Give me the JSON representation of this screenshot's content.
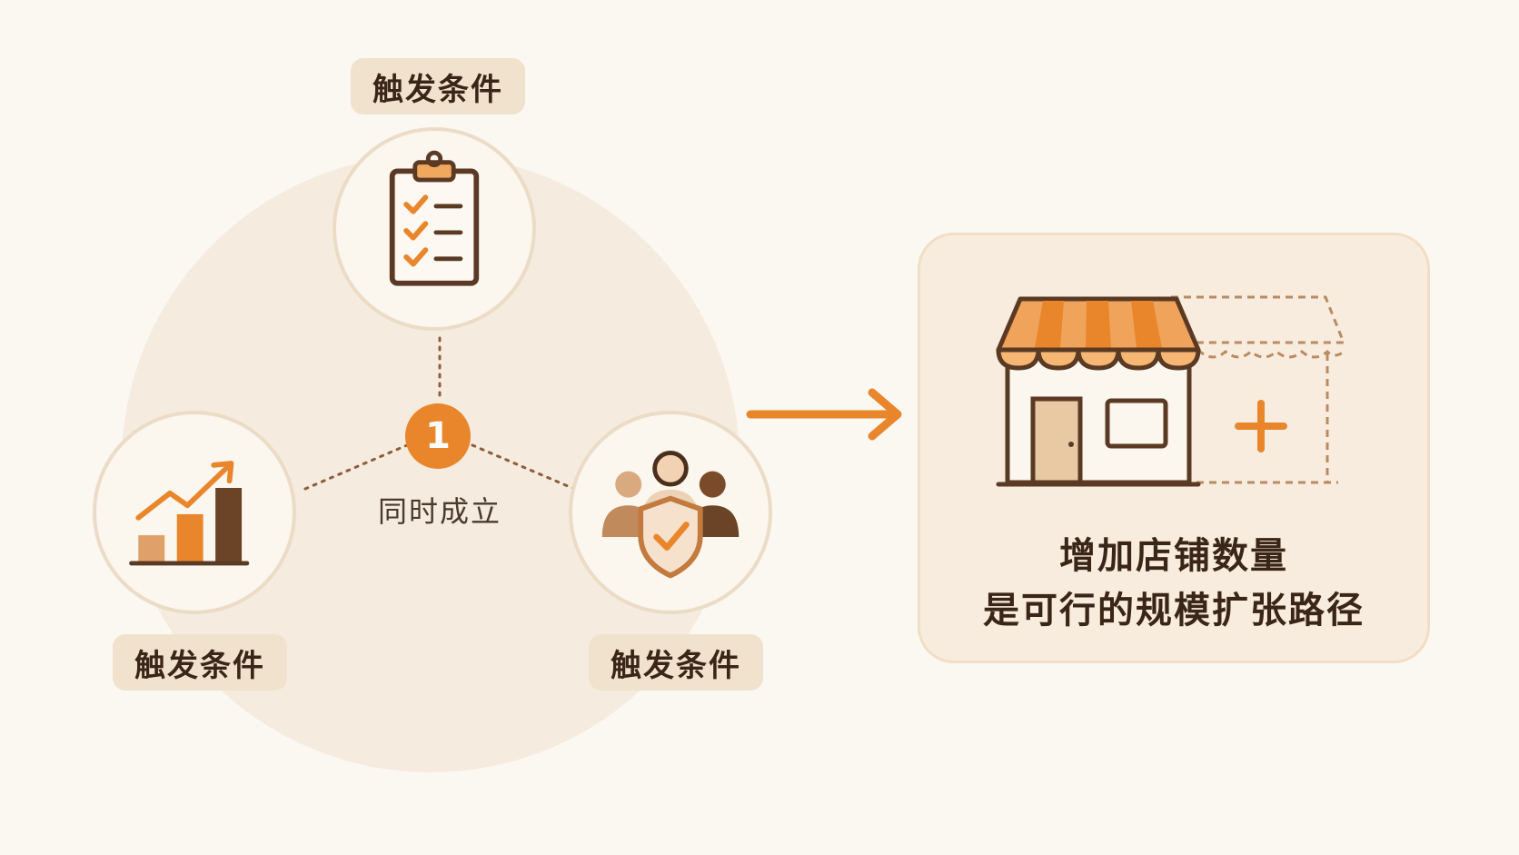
{
  "conditions": [
    {
      "label": "触发条件",
      "icon": "clipboard-checklist-icon"
    },
    {
      "label": "触发条件",
      "icon": "growth-bar-chart-icon"
    },
    {
      "label": "触发条件",
      "icon": "team-shield-icon"
    }
  ],
  "center": {
    "badge": "1",
    "text": "同时成立"
  },
  "conclusion": {
    "line1": "增加店铺数量",
    "line2": "是可行的规模扩张路径",
    "icon": "store-expansion-icon"
  },
  "colors": {
    "accent": "#e9862c",
    "dark_brown": "#5b3a24",
    "background": "#fbf7f1",
    "pill": "#f1e2cd"
  }
}
